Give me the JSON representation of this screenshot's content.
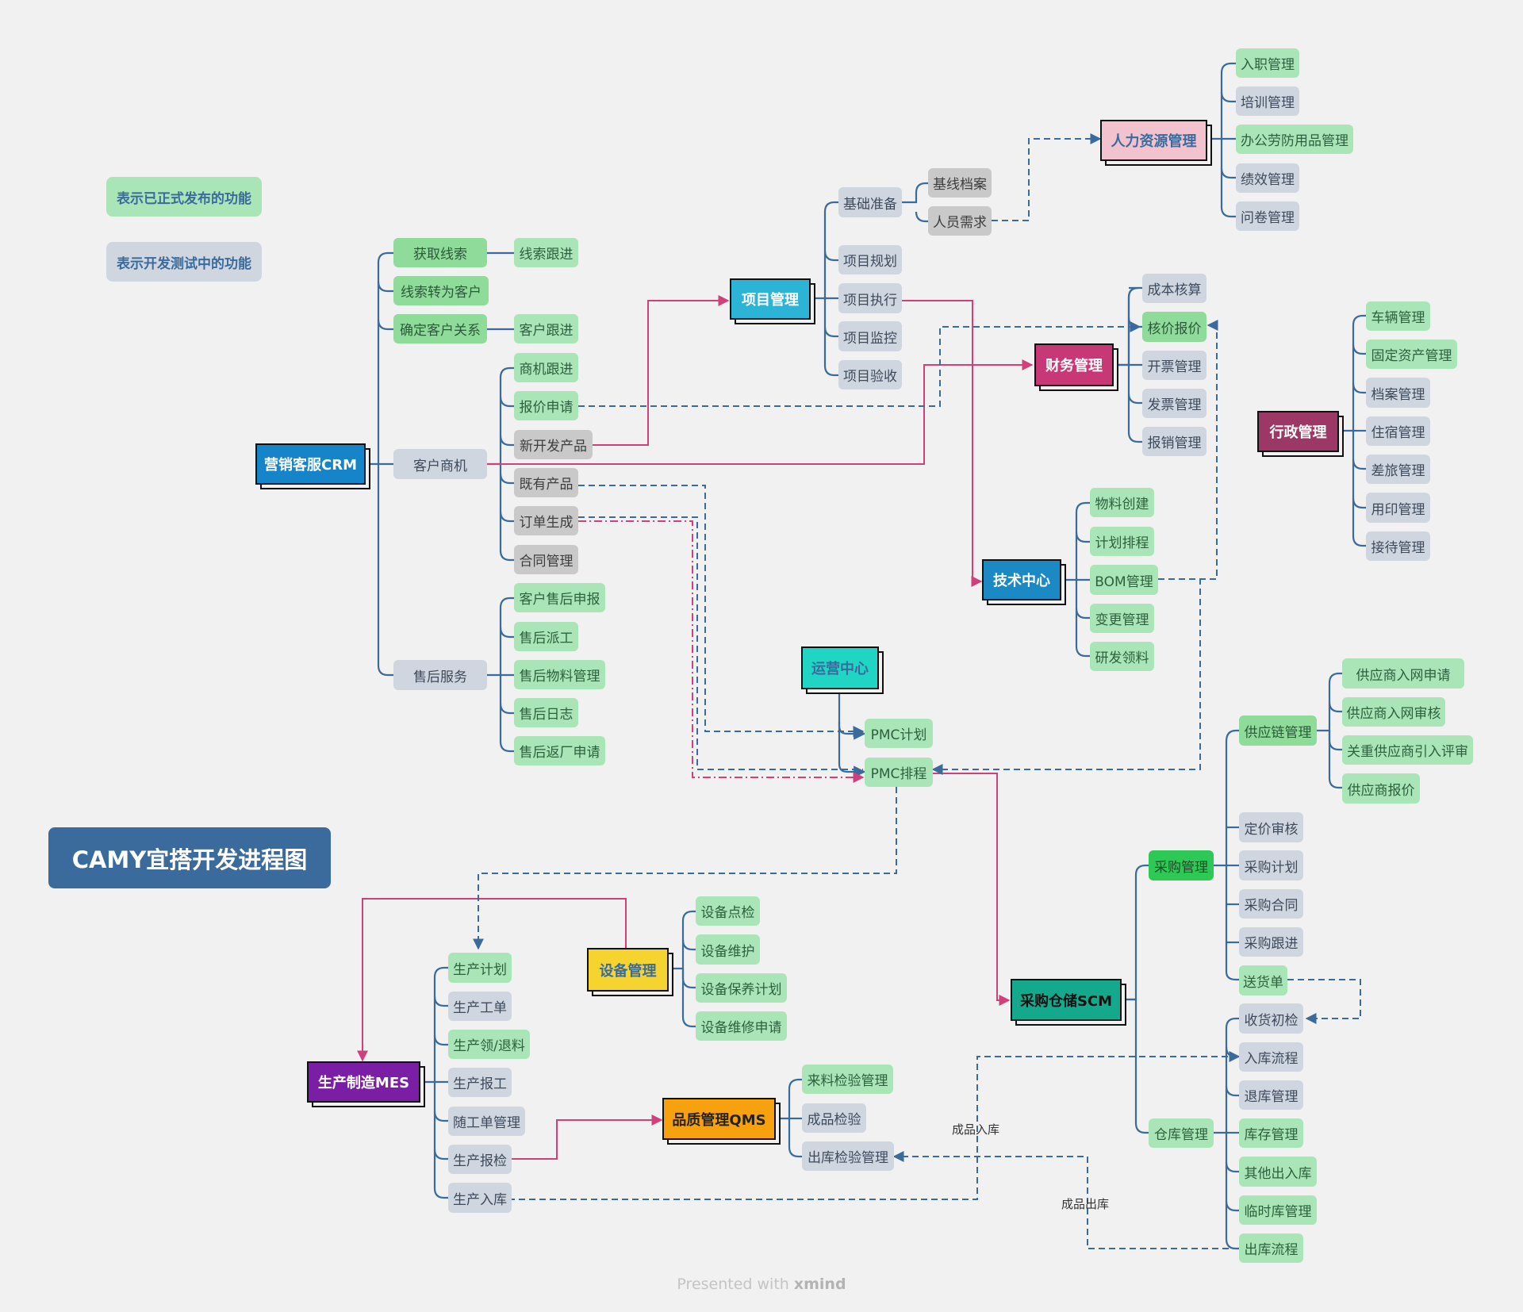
{
  "title": "CAMY宜搭开发进程图",
  "legend": {
    "released": "表示已正式发布的功能",
    "testing": "表示开发测试中的功能"
  },
  "footer": {
    "prefix": "Presented with",
    "brand": "xmind"
  },
  "colors": {
    "released": "#a9e5b6",
    "testing": "#cfd6df",
    "tree_line": "#3a6b9c",
    "link_pink": "#d0407a",
    "link_blue": "#3a6b9c"
  },
  "topics": {
    "crm": {
      "label": "营销客服CRM",
      "color": "#1584c9"
    },
    "project": {
      "label": "项目管理",
      "color": "#2bb4d6"
    },
    "hr": {
      "label": "人力资源管理",
      "color": "#f2c3cf"
    },
    "finance": {
      "label": "财务管理",
      "color": "#c83776"
    },
    "admin": {
      "label": "行政管理",
      "color": "#9b3866"
    },
    "tech": {
      "label": "技术中心",
      "color": "#1a89c4"
    },
    "ops": {
      "label": "运营中心",
      "color": "#20d5c4"
    },
    "equipment": {
      "label": "设备管理",
      "color": "#f6d42f"
    },
    "mes": {
      "label": "生产制造MES",
      "color": "#7a1fa5"
    },
    "qms": {
      "label": "品质管理QMS",
      "color": "#f8a10f"
    },
    "scm": {
      "label": "采购仓储SCM",
      "color": "#14a88d"
    }
  },
  "crm": {
    "lead_get": "获取线索",
    "lead_follow": "线索跟进",
    "lead_convert": "线索转为客户",
    "customer_rel": "确定客户关系",
    "customer_follow": "客户跟进",
    "opportunity": "客户商机",
    "opp_items": [
      "商机跟进",
      "报价申请",
      "新开发产品",
      "既有产品",
      "订单生成",
      "合同管理"
    ],
    "after_sales": "售后服务",
    "as_items": [
      "客户售后申报",
      "售后派工",
      "售后物料管理",
      "售后日志",
      "售后返厂申请"
    ]
  },
  "project": {
    "basic_prep": "基础准备",
    "basic_items": [
      "基线档案",
      "人员需求"
    ],
    "items": [
      "项目规划",
      "项目执行",
      "项目监控",
      "项目验收"
    ]
  },
  "hr": {
    "items": [
      "入职管理",
      "培训管理",
      "办公劳防用品管理",
      "绩效管理",
      "问卷管理"
    ]
  },
  "finance": {
    "items": [
      "成本核算",
      "核价报价",
      "开票管理",
      "发票管理",
      "报销管理"
    ]
  },
  "admin": {
    "items": [
      "车辆管理",
      "固定资产管理",
      "档案管理",
      "住宿管理",
      "差旅管理",
      "用印管理",
      "接待管理"
    ]
  },
  "tech": {
    "items": [
      "物料创建",
      "计划排程",
      "BOM管理",
      "变更管理",
      "研发领料"
    ]
  },
  "ops": {
    "items": [
      "PMC计划",
      "PMC排程"
    ]
  },
  "equipment": {
    "items": [
      "设备点检",
      "设备维护",
      "设备保养计划",
      "设备维修申请"
    ]
  },
  "mes": {
    "items": [
      "生产计划",
      "生产工单",
      "生产领/退料",
      "生产报工",
      "随工单管理",
      "生产报检",
      "生产入库"
    ]
  },
  "qms": {
    "items": [
      "来料检验管理",
      "成品检验",
      "出库检验管理"
    ]
  },
  "scm": {
    "supply_chain": "供应链管理",
    "supply_items": [
      "供应商入网申请",
      "供应商入网审核",
      "关重供应商引入评审",
      "供应商报价"
    ],
    "purchase": "采购管理",
    "purchase_items": [
      "定价审核",
      "采购计划",
      "采购合同",
      "采购跟进",
      "送货单"
    ],
    "warehouse": "仓库管理",
    "warehouse_items": [
      "收货初检",
      "入库流程",
      "退库管理",
      "库存管理",
      "其他出入库",
      "临时库管理",
      "出库流程"
    ]
  },
  "edge_labels": {
    "finished_in": "成品入库",
    "finished_out": "成品出库"
  }
}
